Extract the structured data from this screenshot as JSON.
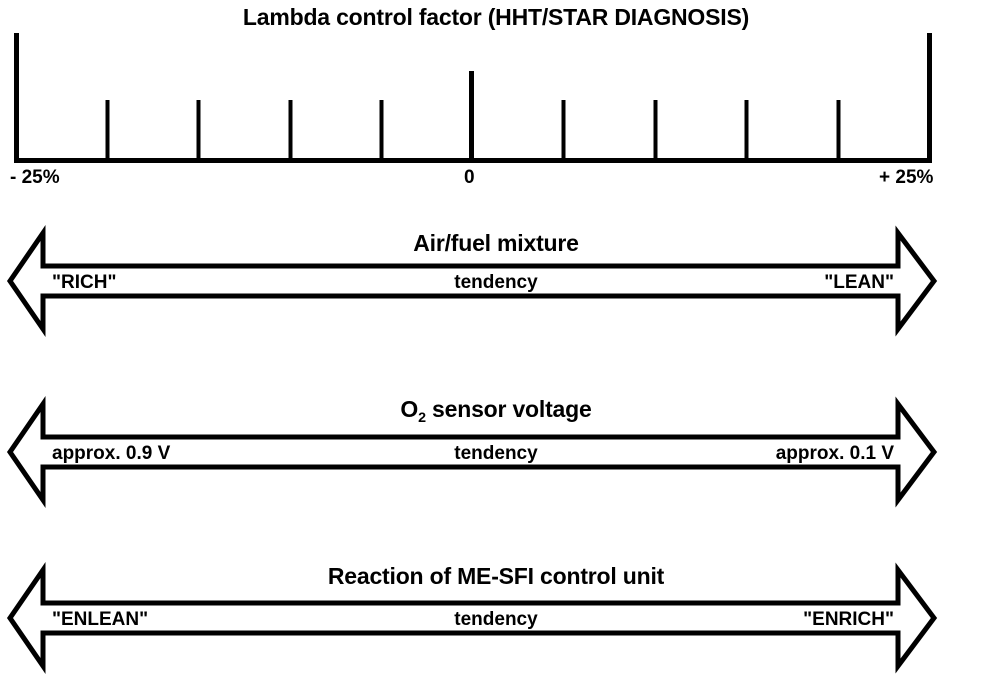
{
  "chart_data": {
    "type": "diagram",
    "title": "Lambda control factor (HHT/STAR DIAGNOSIS)",
    "scale": {
      "min_label": "- 25%",
      "center_label": "0",
      "max_label": "+ 25%",
      "min_value": -25,
      "center_value": 0,
      "max_value": 25,
      "tick_count": 11,
      "tick_values": [
        -25,
        -20,
        -15,
        -10,
        -5,
        0,
        5,
        10,
        15,
        20,
        25
      ],
      "major_ticks": [
        -25,
        0,
        25
      ]
    },
    "bands": [
      {
        "title": "Air/fuel mixture",
        "center": "tendency",
        "left": "\"RICH\"",
        "right": "\"LEAN\""
      },
      {
        "title": "O2 sensor voltage",
        "title_prefix": "O",
        "title_sub": "2",
        "title_suffix": " sensor voltage",
        "center": "tendency",
        "left": "approx. 0.9 V",
        "right": "approx. 0.1 V"
      },
      {
        "title": "Reaction of ME-SFI control unit",
        "center": "tendency",
        "left": "\"ENLEAN\"",
        "right": "\"ENRICH\""
      }
    ],
    "colors": {
      "ink": "#000000",
      "background": "#ffffff"
    }
  }
}
